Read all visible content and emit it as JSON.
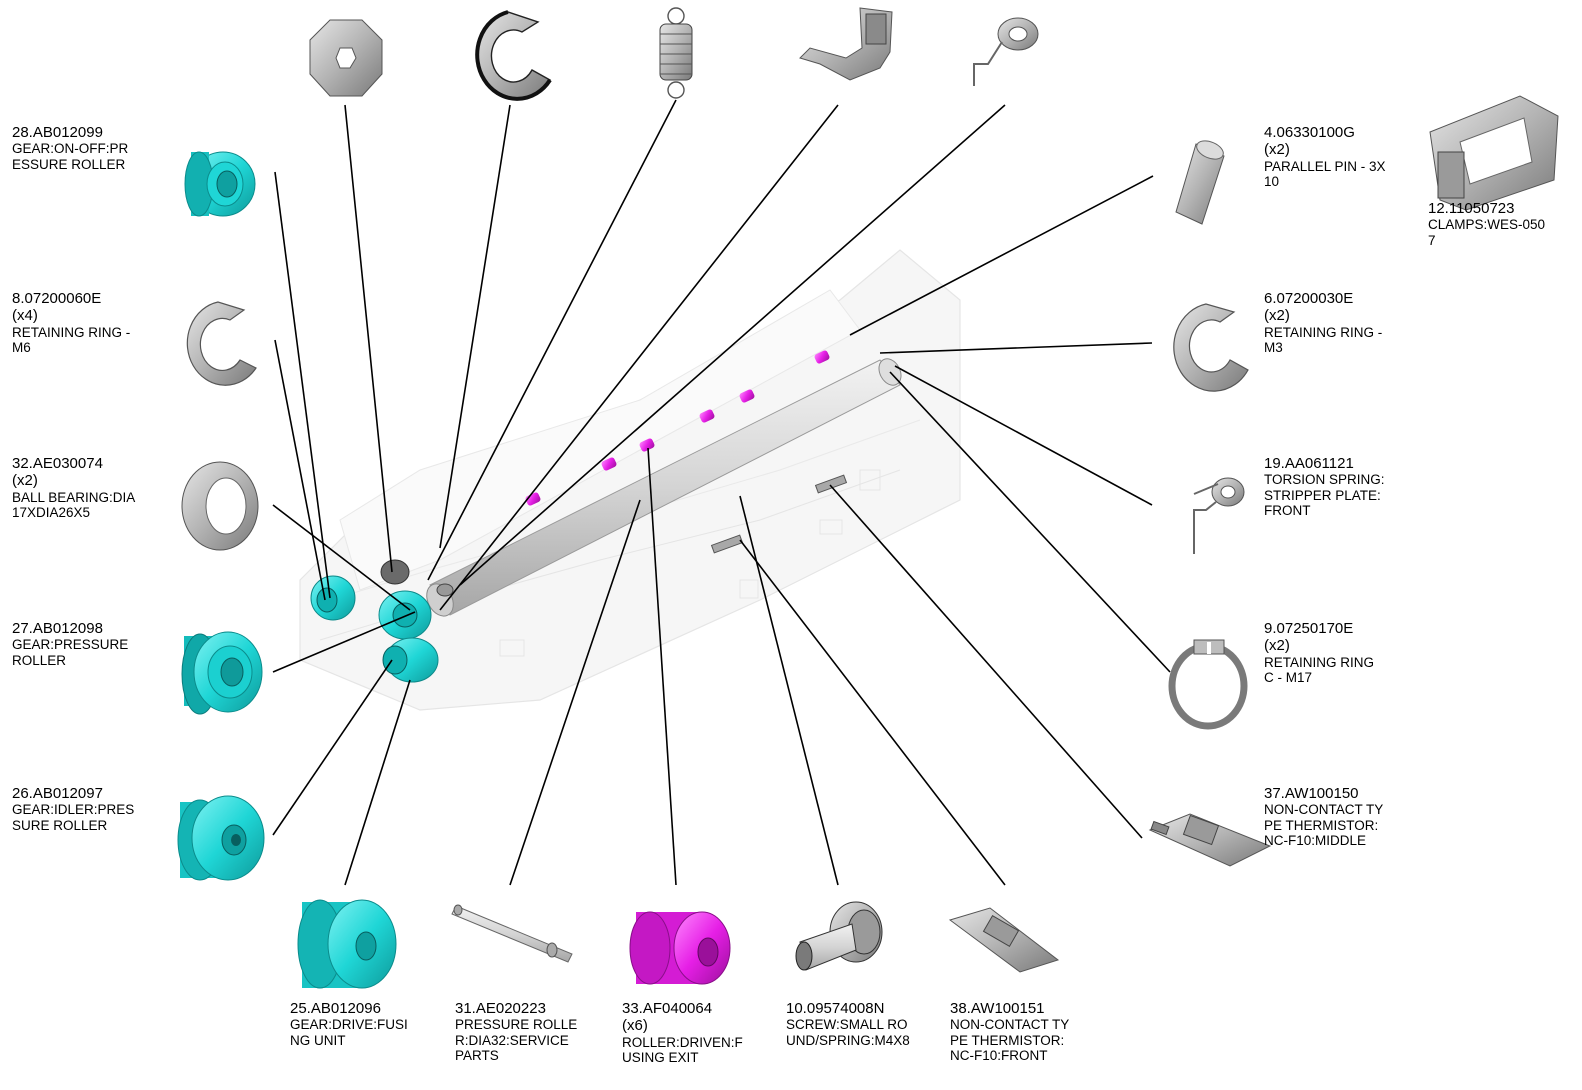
{
  "colors": {
    "cyan": "#1fd6d6",
    "cyan_dark": "#12a6a6",
    "magenta": "#e61fe6",
    "magenta_dark": "#b012b0",
    "gray": "#b8b8b8",
    "gray_dark": "#6e6e6e",
    "ghost": "#e8e8e8",
    "leader": "#000000"
  },
  "callouts": [
    {
      "id": "c28",
      "part_number": "28.AB012099",
      "qty": "",
      "desc": "GEAR:ON-OFF:PR\nESSURE ROLLER",
      "icon": "gear-small-cyan"
    },
    {
      "id": "c8",
      "part_number": "8.07200060E",
      "qty": "(x4)",
      "desc": "RETAINING RING -\nM6",
      "icon": "retaining-ring"
    },
    {
      "id": "c32",
      "part_number": "32.AE030074",
      "qty": "(x2)",
      "desc": "BALL BEARING:DIA\n17XDIA26X5",
      "icon": "ball-bearing"
    },
    {
      "id": "c27",
      "part_number": "27.AB012098",
      "qty": "",
      "desc": "GEAR:PRESSURE\nROLLER",
      "icon": "gear-cyan"
    },
    {
      "id": "c26",
      "part_number": "26.AB012097",
      "qty": "",
      "desc": "GEAR:IDLER:PRES\nSURE ROLLER",
      "icon": "idler-gear-cyan"
    },
    {
      "id": "c4",
      "part_number": "4.06330100G",
      "qty": "(x2)",
      "desc": "PARALLEL PIN - 3X\n10",
      "icon": "parallel-pin"
    },
    {
      "id": "c12",
      "part_number": "12.11050723",
      "qty": "",
      "desc": "CLAMPS:WES-050\n7",
      "icon": "clamp"
    },
    {
      "id": "c6",
      "part_number": "6.07200030E",
      "qty": "(x2)",
      "desc": "RETAINING RING -\nM3",
      "icon": "retaining-ring"
    },
    {
      "id": "c19",
      "part_number": "19.AA061121",
      "qty": "",
      "desc": "TORSION SPRING:\nSTRIPPER PLATE:\nFRONT",
      "icon": "torsion-spring"
    },
    {
      "id": "c9",
      "part_number": "9.07250170E",
      "qty": "(x2)",
      "desc": "RETAINING RING\nC - M17",
      "icon": "c-ring"
    },
    {
      "id": "c37",
      "part_number": "37.AW100150",
      "qty": "",
      "desc": "NON-CONTACT TY\nPE THERMISTOR:\nNC-F10:MIDDLE",
      "icon": "thermistor"
    },
    {
      "id": "c25",
      "part_number": "25.AB012096",
      "qty": "",
      "desc": "GEAR:DRIVE:FUSI\nNG UNIT",
      "icon": "drive-gear-cyan"
    },
    {
      "id": "c31",
      "part_number": "31.AE020223",
      "qty": "",
      "desc": "PRESSURE ROLLE\nR:DIA32:SERVICE\nPARTS",
      "icon": "shaft"
    },
    {
      "id": "c33",
      "part_number": "33.AF040064",
      "qty": "(x6)",
      "desc": "ROLLER:DRIVEN:F\nUSING EXIT",
      "icon": "roller-magenta"
    },
    {
      "id": "c10",
      "part_number": "10.09574008N",
      "qty": "",
      "desc": "SCREW:SMALL RO\nUND/SPRING:M4X8",
      "icon": "screw"
    },
    {
      "id": "c38",
      "part_number": "38.AW100151",
      "qty": "",
      "desc": "NON-CONTACT TY\nPE THERMISTOR:\nNC-F10:FRONT",
      "icon": "thermistor"
    }
  ],
  "top_parts": [
    {
      "id": "t1",
      "icon": "octagon-washer"
    },
    {
      "id": "t2",
      "icon": "e-ring"
    },
    {
      "id": "t3",
      "icon": "tension-spring"
    },
    {
      "id": "t4",
      "icon": "stripper-bracket"
    },
    {
      "id": "t5",
      "icon": "torsion-spring-small"
    }
  ]
}
